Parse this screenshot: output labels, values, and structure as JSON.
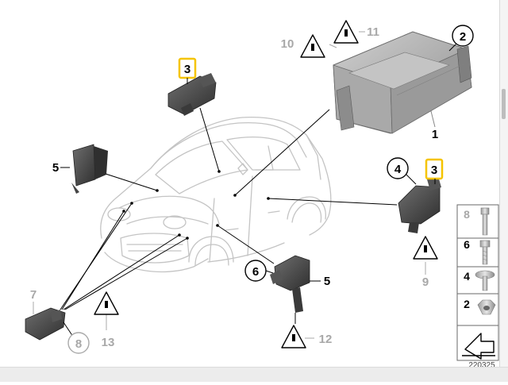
{
  "diagram": {
    "callouts": {
      "control_unit": "1",
      "control_unit_circle": "2",
      "sensor_boxed_top": "3",
      "sensor_boxed_right": "3",
      "bolt_circle_right": "4",
      "bracket_sensor_left": "5",
      "bracket_sensor_bottom": "5",
      "screw_circle_bottom": "6",
      "sensor_gray_left": "7",
      "nut_circle_left": "8",
      "warning_right": "9",
      "warning_top_left": "10",
      "warning_top_right": "11",
      "warning_bottom": "12",
      "warning_left": "13"
    },
    "parts_table": {
      "rows": [
        {
          "number": "8",
          "part": "bolt-icon"
        },
        {
          "number": "6",
          "part": "screw-icon"
        },
        {
          "number": "4",
          "part": "collar-screw-icon"
        },
        {
          "number": "2",
          "part": "hex-nut-icon"
        }
      ],
      "arrow_icon": "direction-arrow-icon"
    },
    "diagram_number": "220325",
    "colors": {
      "highlight_box": "#f5c400",
      "line": "#000000",
      "gray_label": "#a8a8a8",
      "car_outline": "#c4c4c4",
      "unit_fill": "#b5b5b5"
    }
  }
}
